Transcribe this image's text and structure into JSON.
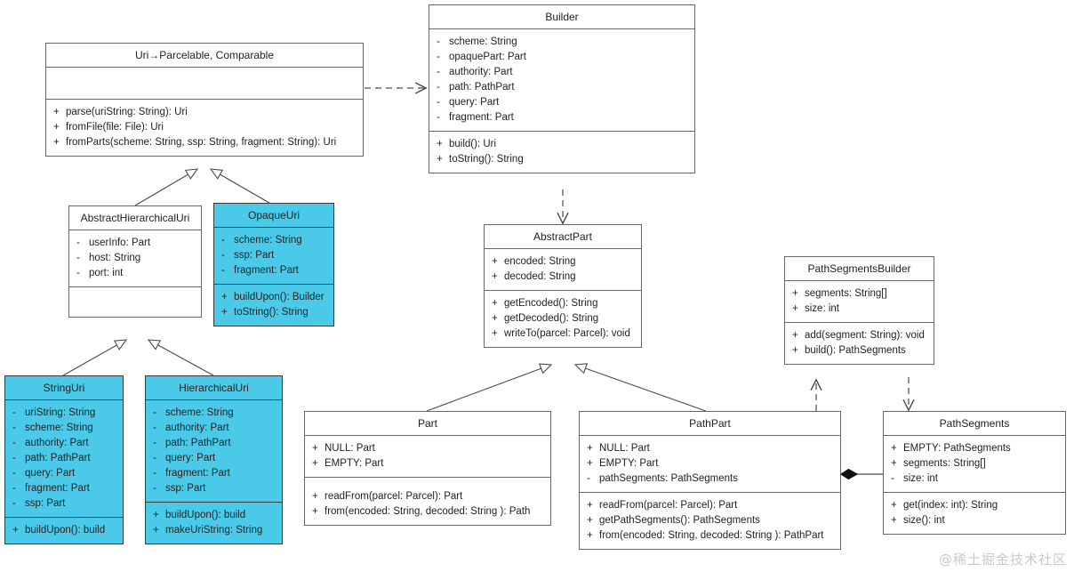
{
  "diagram": {
    "title": "Android Uri class hierarchy UML diagram",
    "accent_color": "#4ac9e8",
    "line_color": "#676767",
    "background": "#ffffff",
    "watermark": "@稀土掘金技术社区"
  },
  "classes": {
    "uri": {
      "name": "Uri→Parcelable, Comparable",
      "attributes": [],
      "methods": [
        {
          "vis": "+",
          "text": "parse(uriString: String): Uri"
        },
        {
          "vis": "+",
          "text": "fromFile(file: File): Uri"
        },
        {
          "vis": "+",
          "text": "fromParts(scheme: String, ssp: String, fragment: String): Uri"
        }
      ]
    },
    "builder": {
      "name": "Builder",
      "attributes": [
        {
          "vis": "-",
          "text": "scheme: String"
        },
        {
          "vis": "-",
          "text": "opaquePart: Part"
        },
        {
          "vis": "-",
          "text": "authority: Part"
        },
        {
          "vis": "-",
          "text": "path: PathPart"
        },
        {
          "vis": "-",
          "text": "query: Part"
        },
        {
          "vis": "-",
          "text": "fragment: Part"
        }
      ],
      "methods": [
        {
          "vis": "+",
          "text": "build(): Uri"
        },
        {
          "vis": "+",
          "text": "toString(): String"
        }
      ]
    },
    "abstract_hierarchical_uri": {
      "name": "AbstractHierarchicalUri",
      "attributes": [
        {
          "vis": "-",
          "text": "userInfo: Part"
        },
        {
          "vis": "-",
          "text": "host: String"
        },
        {
          "vis": "-",
          "text": "port: int"
        }
      ],
      "methods": []
    },
    "opaque_uri": {
      "name": "OpaqueUri",
      "attributes": [
        {
          "vis": "-",
          "text": "scheme: String"
        },
        {
          "vis": "-",
          "text": "ssp: Part"
        },
        {
          "vis": "-",
          "text": "fragment: Part"
        }
      ],
      "methods": [
        {
          "vis": "+",
          "text": "buildUpon(): Builder"
        },
        {
          "vis": "+",
          "text": "toString(): String"
        }
      ]
    },
    "string_uri": {
      "name": "StringUri",
      "attributes": [
        {
          "vis": "-",
          "text": "uriString: String"
        },
        {
          "vis": "-",
          "text": "scheme: String"
        },
        {
          "vis": "-",
          "text": "authority: Part"
        },
        {
          "vis": "-",
          "text": "path: PathPart"
        },
        {
          "vis": "-",
          "text": "query: Part"
        },
        {
          "vis": "-",
          "text": "fragment: Part"
        },
        {
          "vis": "-",
          "text": "ssp: Part"
        }
      ],
      "methods": [
        {
          "vis": "+",
          "text": "buildUpon(): build"
        }
      ]
    },
    "hierarchical_uri": {
      "name": "HierarchicalUri",
      "attributes": [
        {
          "vis": "-",
          "text": "scheme: String"
        },
        {
          "vis": "-",
          "text": "authority: Part"
        },
        {
          "vis": "-",
          "text": "path: PathPart"
        },
        {
          "vis": "-",
          "text": "query: Part"
        },
        {
          "vis": "-",
          "text": "fragment: Part"
        },
        {
          "vis": "-",
          "text": "ssp: Part"
        }
      ],
      "methods": [
        {
          "vis": "+",
          "text": "buildUpon(): build"
        },
        {
          "vis": "+",
          "text": "makeUriString: String"
        }
      ]
    },
    "abstract_part": {
      "name": "AbstractPart",
      "attributes": [
        {
          "vis": "+",
          "text": "encoded: String"
        },
        {
          "vis": "+",
          "text": "decoded: String"
        }
      ],
      "methods": [
        {
          "vis": "+",
          "text": "getEncoded(): String"
        },
        {
          "vis": "+",
          "text": "getDecoded(): String"
        },
        {
          "vis": "+",
          "text": "writeTo(parcel: Parcel): void"
        }
      ]
    },
    "path_segments_builder": {
      "name": "PathSegmentsBuilder",
      "attributes": [
        {
          "vis": "+",
          "text": "segments: String[]"
        },
        {
          "vis": "+",
          "text": "size: int"
        }
      ],
      "methods": [
        {
          "vis": "+",
          "text": "add(segment: String): void"
        },
        {
          "vis": "+",
          "text": "build(): PathSegments"
        }
      ]
    },
    "part": {
      "name": "Part",
      "attributes": [
        {
          "vis": "+",
          "text": "NULL: Part"
        },
        {
          "vis": "+",
          "text": "EMPTY: Part"
        }
      ],
      "methods": [
        {
          "vis": "+",
          "text": "readFrom(parcel: Parcel): Part"
        },
        {
          "vis": "+",
          "text": "from(encoded: String, decoded: String ): Path"
        }
      ]
    },
    "path_part": {
      "name": "PathPart",
      "attributes": [
        {
          "vis": "+",
          "text": "NULL: Part"
        },
        {
          "vis": "+",
          "text": "EMPTY: Part"
        },
        {
          "vis": "-",
          "text": "pathSegments: PathSegments"
        }
      ],
      "methods": [
        {
          "vis": "+",
          "text": "readFrom(parcel: Parcel): Part"
        },
        {
          "vis": "+",
          "text": "getPathSegments(): PathSegments"
        },
        {
          "vis": "+",
          "text": "from(encoded: String, decoded: String ): PathPart"
        }
      ]
    },
    "path_segments": {
      "name": "PathSegments",
      "attributes": [
        {
          "vis": "+",
          "text": "EMPTY: PathSegments"
        },
        {
          "vis": "+",
          "text": "segments: String[]"
        },
        {
          "vis": "-",
          "text": "size: int"
        }
      ],
      "methods": [
        {
          "vis": "+",
          "text": "get(index: int): String"
        },
        {
          "vis": "+",
          "text": "size(): int"
        }
      ]
    }
  },
  "relations": [
    {
      "from": "uri",
      "to": "builder",
      "type": "dependency"
    },
    {
      "from": "builder",
      "to": "abstract_part",
      "type": "dependency"
    },
    {
      "from": "abstract_hierarchical_uri",
      "to": "uri",
      "type": "inheritance"
    },
    {
      "from": "opaque_uri",
      "to": "uri",
      "type": "inheritance"
    },
    {
      "from": "string_uri",
      "to": "abstract_hierarchical_uri",
      "type": "inheritance"
    },
    {
      "from": "hierarchical_uri",
      "to": "abstract_hierarchical_uri",
      "type": "inheritance"
    },
    {
      "from": "part",
      "to": "abstract_part",
      "type": "inheritance"
    },
    {
      "from": "path_part",
      "to": "abstract_part",
      "type": "inheritance"
    },
    {
      "from": "path_segments",
      "to": "path_segments_builder",
      "type": "dependency"
    },
    {
      "from": "path_segments_builder",
      "to": "path_segments",
      "type": "dependency"
    },
    {
      "from": "path_part",
      "to": "path_segments",
      "type": "composition"
    }
  ]
}
